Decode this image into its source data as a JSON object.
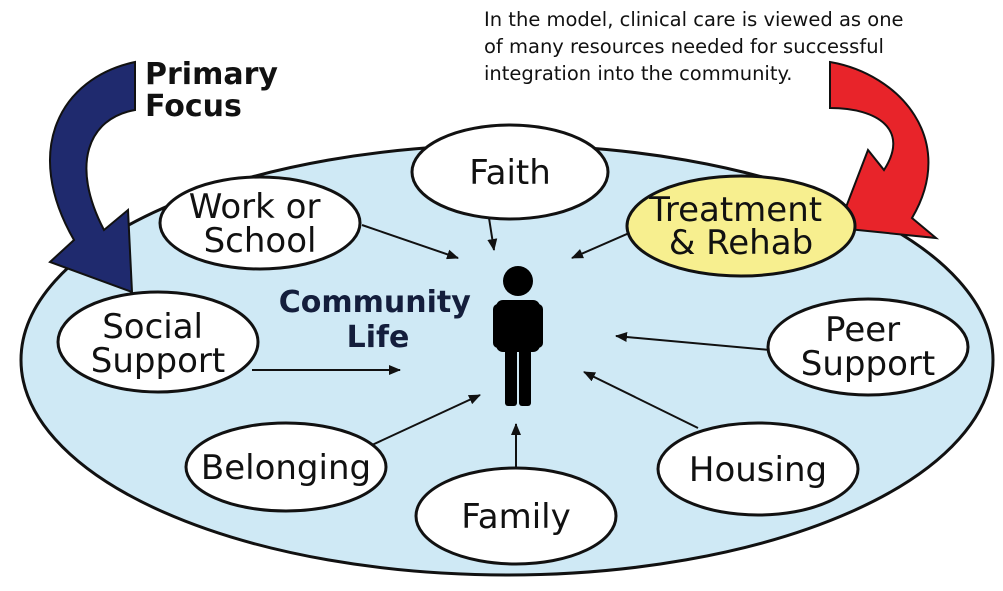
{
  "colors": {
    "community_fill": "#cfe9f5",
    "node_fill": "#ffffff",
    "highlight_fill": "#f7ef8f",
    "primary_arrow": "#1f2a6e",
    "clinical_arrow": "#e8242a",
    "outline": "#111111"
  },
  "note": {
    "lines": [
      "In the model, clinical care is viewed as one",
      "of many resources needed for successful",
      "integration into the community."
    ]
  },
  "primary_focus": {
    "lines": [
      "Primary",
      "Focus"
    ]
  },
  "center": {
    "lines": [
      "Community",
      "Life"
    ],
    "icon": "person-icon"
  },
  "nodes": {
    "faith": {
      "lines": [
        "Faith"
      ]
    },
    "work": {
      "lines": [
        "Work or",
        "School"
      ]
    },
    "treatment": {
      "lines": [
        "Treatment",
        "& Rehab"
      ],
      "highlighted": true
    },
    "social": {
      "lines": [
        "Social",
        "Support"
      ]
    },
    "peer": {
      "lines": [
        "Peer",
        "Support"
      ]
    },
    "belonging": {
      "lines": [
        "Belonging"
      ]
    },
    "housing": {
      "lines": [
        "Housing"
      ]
    },
    "family": {
      "lines": [
        "Family"
      ]
    }
  }
}
